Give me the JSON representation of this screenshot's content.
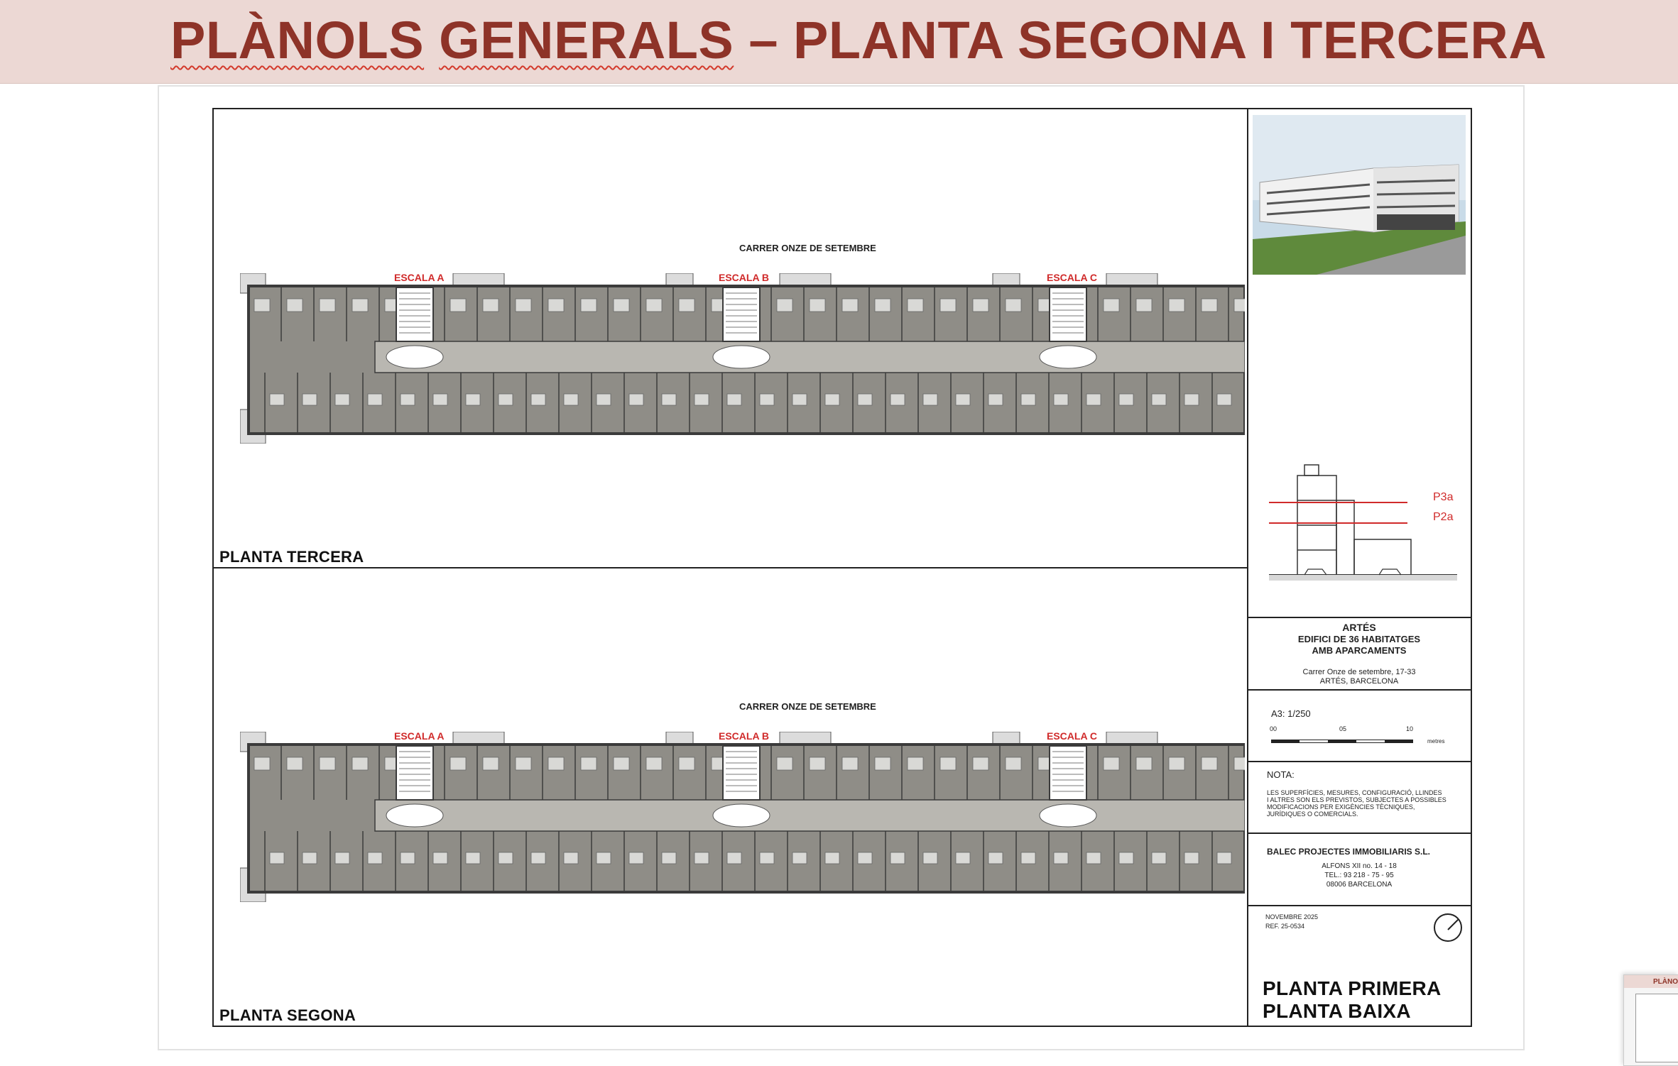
{
  "header": {
    "title_word1": "PLÀNOLS",
    "title_word2": "GENERALS",
    "title_rest": "– PLANTA SEGONA I TERCERA"
  },
  "plans": {
    "upper": {
      "street": "CARRER ONZE DE SETEMBRE",
      "escales": [
        "ESCALA A",
        "ESCALA B",
        "ESCALA C"
      ],
      "label": "PLANTA TERCERA"
    },
    "lower": {
      "street": "CARRER ONZE DE SETEMBRE",
      "escales": [
        "ESCALA A",
        "ESCALA B",
        "ESCALA C"
      ],
      "label": "PLANTA SEGONA"
    }
  },
  "section": {
    "level_top": "P3a",
    "level_bottom": "P2a"
  },
  "title_block": {
    "project_line1": "ARTÉS",
    "project_line2": "EDIFICI DE 36 HABITATGES",
    "project_line3": "AMB APARCAMENTS",
    "address_line1": "Carrer Onze de setembre, 17-33",
    "address_line2": "ARTÉS, BARCELONA",
    "scale_label": "A3: 1/250",
    "scale_ticks": [
      "00",
      "05",
      "10"
    ],
    "scale_unit": "metres",
    "note_title": "NOTA:",
    "note_lines": [
      "LES SUPERFÍCIES, MESURES, CONFIGURACIÓ, LLINDES",
      "I ALTRES SON ELS PREVISTOS, SUBJECTES A POSSIBLES",
      "MODIFICACIONS PER EXIGÈNCIES TÈCNIQUES,",
      "JURÍDIQUES O COMERCIALS."
    ],
    "company": "BALEC PROJECTES IMMOBILIARIS S.L.",
    "company_lines": [
      "ALFONS XII  no. 14 - 18",
      "TEL.: 93 218 - 75 - 95",
      "08006 BARCELONA"
    ],
    "date": "NOVEMBRE 2025",
    "ref": "REF. 25-0534",
    "sheet_title_line1": "PLANTA PRIMERA",
    "sheet_title_line2": "PLANTA BAIXA"
  },
  "thumbnail": {
    "label": "PLÀNO"
  },
  "colors": {
    "banner_bg": "#ecd8d4",
    "title_red": "#8e3328",
    "escala_red": "#d02a2a",
    "floor_grey": "#8f8d87",
    "wall_dark": "#3b3b3b"
  }
}
